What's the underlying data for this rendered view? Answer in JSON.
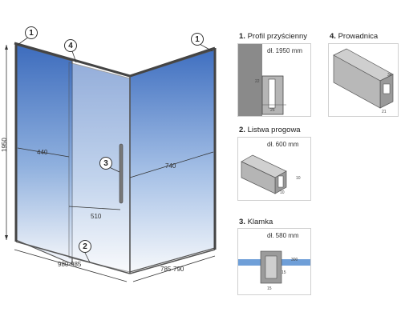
{
  "cabin": {
    "callouts": [
      "1",
      "4",
      "1",
      "3",
      "2"
    ],
    "dims": {
      "height": "1950",
      "handle_offset": "440",
      "side_offset": "740",
      "opening": "510",
      "width": "980-985",
      "depth": "785-790"
    }
  },
  "panels": {
    "profil": {
      "number": "1.",
      "name": "Profil przyścienny",
      "length_label": "dł. 1950 mm",
      "dim_a": "22",
      "dim_b": "25"
    },
    "prowadnica": {
      "number": "4.",
      "name": "Prowadnica",
      "dim_a": "34",
      "dim_b": "21"
    },
    "listwa": {
      "number": "2.",
      "name": "Listwa progowa",
      "length_label": "dł. 600 mm",
      "dim_a": "10",
      "dim_b": "10"
    },
    "klamka": {
      "number": "3.",
      "name": "Klamka",
      "length_label": "dł. 580 mm",
      "dim_a": "300",
      "dim_b": "15",
      "dim_c": "15"
    }
  },
  "colors": {
    "glass_top": "#3f6fbf",
    "glass_bottom": "#f2f5fa",
    "frame": "#4a4a4a"
  }
}
